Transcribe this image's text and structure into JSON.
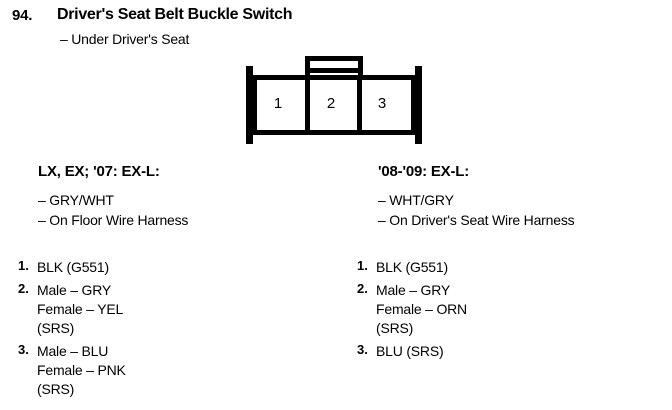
{
  "header": {
    "number": "94.",
    "title": "Driver's Seat Belt Buckle Switch",
    "subtitle": "– Under Driver's Seat"
  },
  "connector": {
    "name": "3-pin-connector",
    "pins": [
      "1",
      "2",
      "3"
    ]
  },
  "columns": [
    {
      "id": "left",
      "heading": "LX, EX; '07: EX-L:",
      "notes": [
        "– GRY/WHT",
        "– On Floor Wire Harness"
      ],
      "pins": [
        {
          "num": "1.",
          "lines": [
            "BLK (G551)"
          ]
        },
        {
          "num": "2.",
          "lines": [
            "Male – GRY",
            "Female – YEL",
            "(SRS)"
          ]
        },
        {
          "num": "3.",
          "lines": [
            "Male – BLU",
            "Female – PNK",
            "(SRS)"
          ]
        }
      ]
    },
    {
      "id": "right",
      "heading": "'08-'09: EX-L:",
      "notes": [
        "– WHT/GRY",
        "– On Driver's Seat Wire Harness"
      ],
      "pins": [
        {
          "num": "1.",
          "lines": [
            "BLK (G551)"
          ]
        },
        {
          "num": "2.",
          "lines": [
            "Male – GRY",
            "Female – ORN",
            "(SRS)"
          ]
        },
        {
          "num": "3.",
          "lines": [
            "BLU (SRS)"
          ]
        }
      ]
    }
  ],
  "colors": {
    "ink": "#000000",
    "paper": "#ffffff"
  }
}
